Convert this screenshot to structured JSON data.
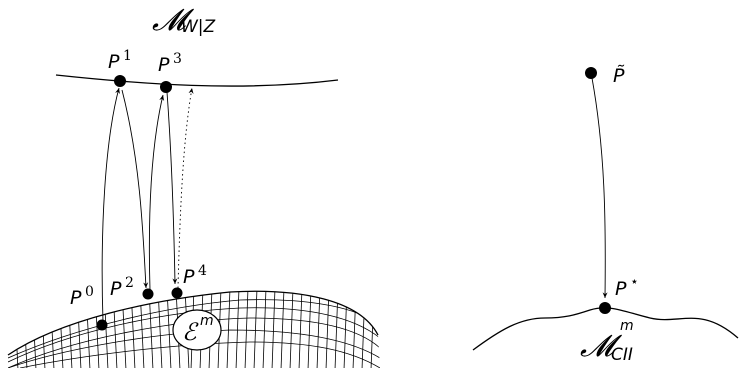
{
  "left_panel": {
    "manifold_label": {
      "main": "𝓜",
      "sub": "W|Z"
    },
    "points": [
      {
        "id": "p0",
        "base": "P",
        "sup": "0"
      },
      {
        "id": "p1",
        "base": "P",
        "sup": "1"
      },
      {
        "id": "p2",
        "base": "P",
        "sup": "2"
      },
      {
        "id": "p3",
        "base": "P",
        "sup": "3"
      },
      {
        "id": "p4",
        "base": "P",
        "sup": "4"
      }
    ],
    "surface_label": {
      "main": "ℰ",
      "sup": "m"
    }
  },
  "right_panel": {
    "start_point": {
      "base": "P̃"
    },
    "end_point": {
      "base": "P",
      "sup": "⋆"
    },
    "manifold_label": {
      "main": "𝓜",
      "sup": "m",
      "sub": "CII"
    }
  }
}
